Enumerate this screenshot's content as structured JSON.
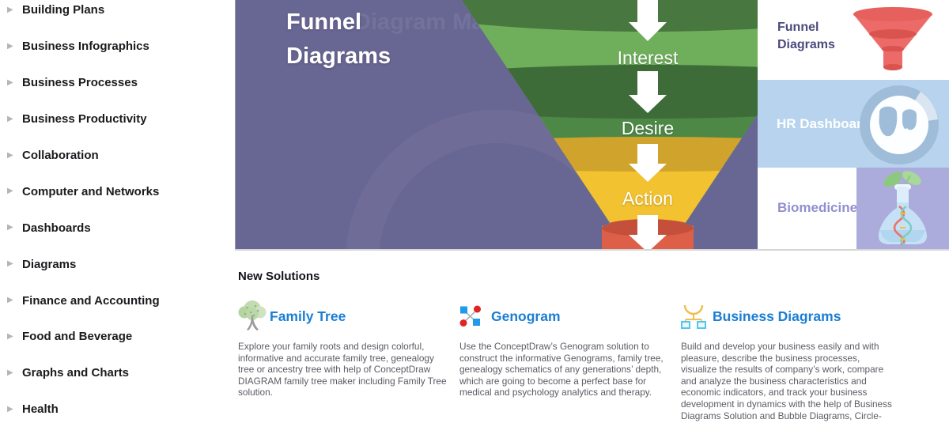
{
  "sidebar": {
    "items": [
      "Building Plans",
      "Business Infographics",
      "Business Processes",
      "Business Productivity",
      "Collaboration",
      "Computer and Networks",
      "Dashboards",
      "Diagrams",
      "Finance and Accounting",
      "Food and Beverage",
      "Graphs and Charts",
      "Health"
    ]
  },
  "banner": {
    "title_line1": "Funnel",
    "title_line2": "Diagrams",
    "watermark": "Diagram Maker",
    "funnel_stages": [
      "Interest",
      "Desire",
      "Action"
    ]
  },
  "promo_tiles": [
    {
      "label": "Funnel Diagrams",
      "icon": "funnel-icon"
    },
    {
      "label": "HR Dashboard",
      "icon": "people-icon"
    },
    {
      "label": "Biomedicine",
      "icon": "flask-icon"
    }
  ],
  "new_solutions": {
    "heading": "New Solutions",
    "items": [
      {
        "title": "Family Tree",
        "icon": "tree-icon",
        "description": "Explore your family roots and design colorful, informative and accurate family tree, genealogy tree or ancestry tree with help of ConceptDraw DIAGRAM family tree maker including Family Tree solution."
      },
      {
        "title": "Genogram",
        "icon": "genogram-icon",
        "description": "Use the ConceptDraw’s Genogram solution to construct the informative Genograms, family tree, genealogy schematics of any generations’ depth, which are going to become a perfect base for medical and psychology analytics and therapy."
      },
      {
        "title": "Business Diagrams",
        "icon": "org-chart-icon",
        "description": "Build and develop your business easily and with pleasure, describe the business processes, visualize the results of company’s work, compare and analyze the business characteristics and economic indicators, and track your business development in dynamics with the help of Business Diagrams Solution and Bubble Diagrams, Circle-Spoke"
      }
    ]
  },
  "colors": {
    "banner_purple": "#686693",
    "funnel_light_green": "#6fae5b",
    "funnel_mid_green": "#4d8846",
    "funnel_dark_green": "#3e6c39",
    "funnel_yellow": "#f2c230",
    "funnel_gold": "#d0a42c",
    "funnel_red": "#de5f47",
    "tile_hr_blue": "#b7d3ed",
    "tile_bio_purple": "#abacdb",
    "solution_link_blue": "#1b7ed3",
    "funnel_icon_red": "#ec6b68"
  }
}
